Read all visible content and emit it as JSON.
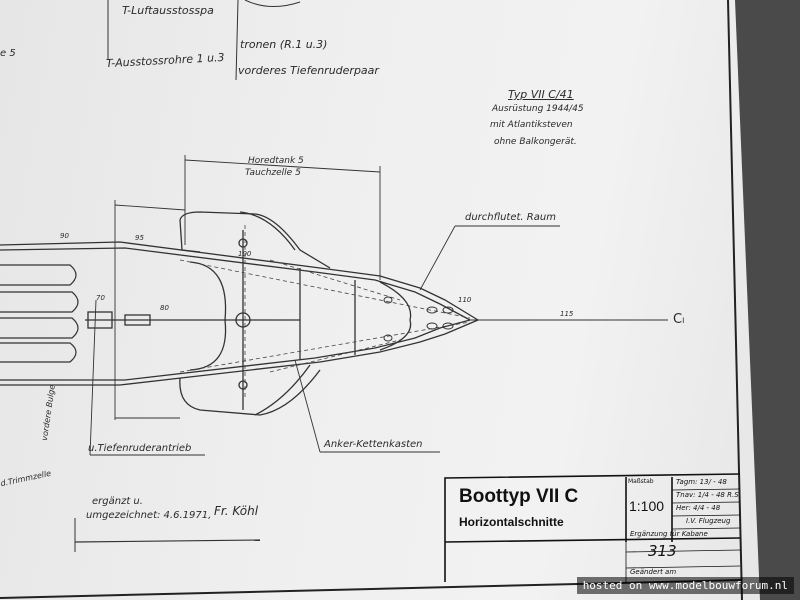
{
  "drawing": {
    "notes_top": {
      "line1_left": "T-Luftausstosspa",
      "line1_right": "tronen (R.1 u.3)",
      "line2_left": "T-Ausstossrohre 1 u.3",
      "line2_right": "vorderes Tiefenruderpaar"
    },
    "edge_fragment": "e 5",
    "type_block": {
      "title": "Typ VII C/41",
      "line1": "Ausrüstung 1944/45",
      "line2": "mit Atlantiksteven",
      "line3": "ohne Balkongerät."
    },
    "dimension_labels": {
      "tank": "Horedtank 5",
      "cell": "Tauchzelle 5"
    },
    "callouts": {
      "flooded": "durchflutet. Raum",
      "anchor": "Anker-Kettenkasten",
      "rudder_drive": "u.Tiefenruderantrieb",
      "trim": "d.Trimmzelle",
      "bulge": "vordere Bulge"
    },
    "frame_numbers": {
      "f90": "90",
      "f95": "95",
      "f100": "100",
      "f110": "110",
      "f115": "115",
      "f80": "80",
      "f70": "70"
    },
    "centerline": "Cₗ",
    "revision": {
      "line1": "ergänzt u.",
      "line2": "umgezeichnet: 4.6.1971,",
      "signature": "Fr. Köhl"
    }
  },
  "title_block": {
    "title": "Boottyp VII C",
    "subtitle": "Horizontalschnitte",
    "scale_label": "Maßstab",
    "scale": "1:100",
    "row1": "Tagm: 13/ - 48",
    "row2": "Tnav: 1/4 - 48 R.S.",
    "row3": "Her: 4/4 - 48",
    "row4": "I.V. Flugzeug",
    "row5": "Ergänzung für Kabane",
    "sheet_number": "313",
    "bottom_note": "Geändert am"
  },
  "watermark": "hosted on www.modelbouwforum.nl"
}
